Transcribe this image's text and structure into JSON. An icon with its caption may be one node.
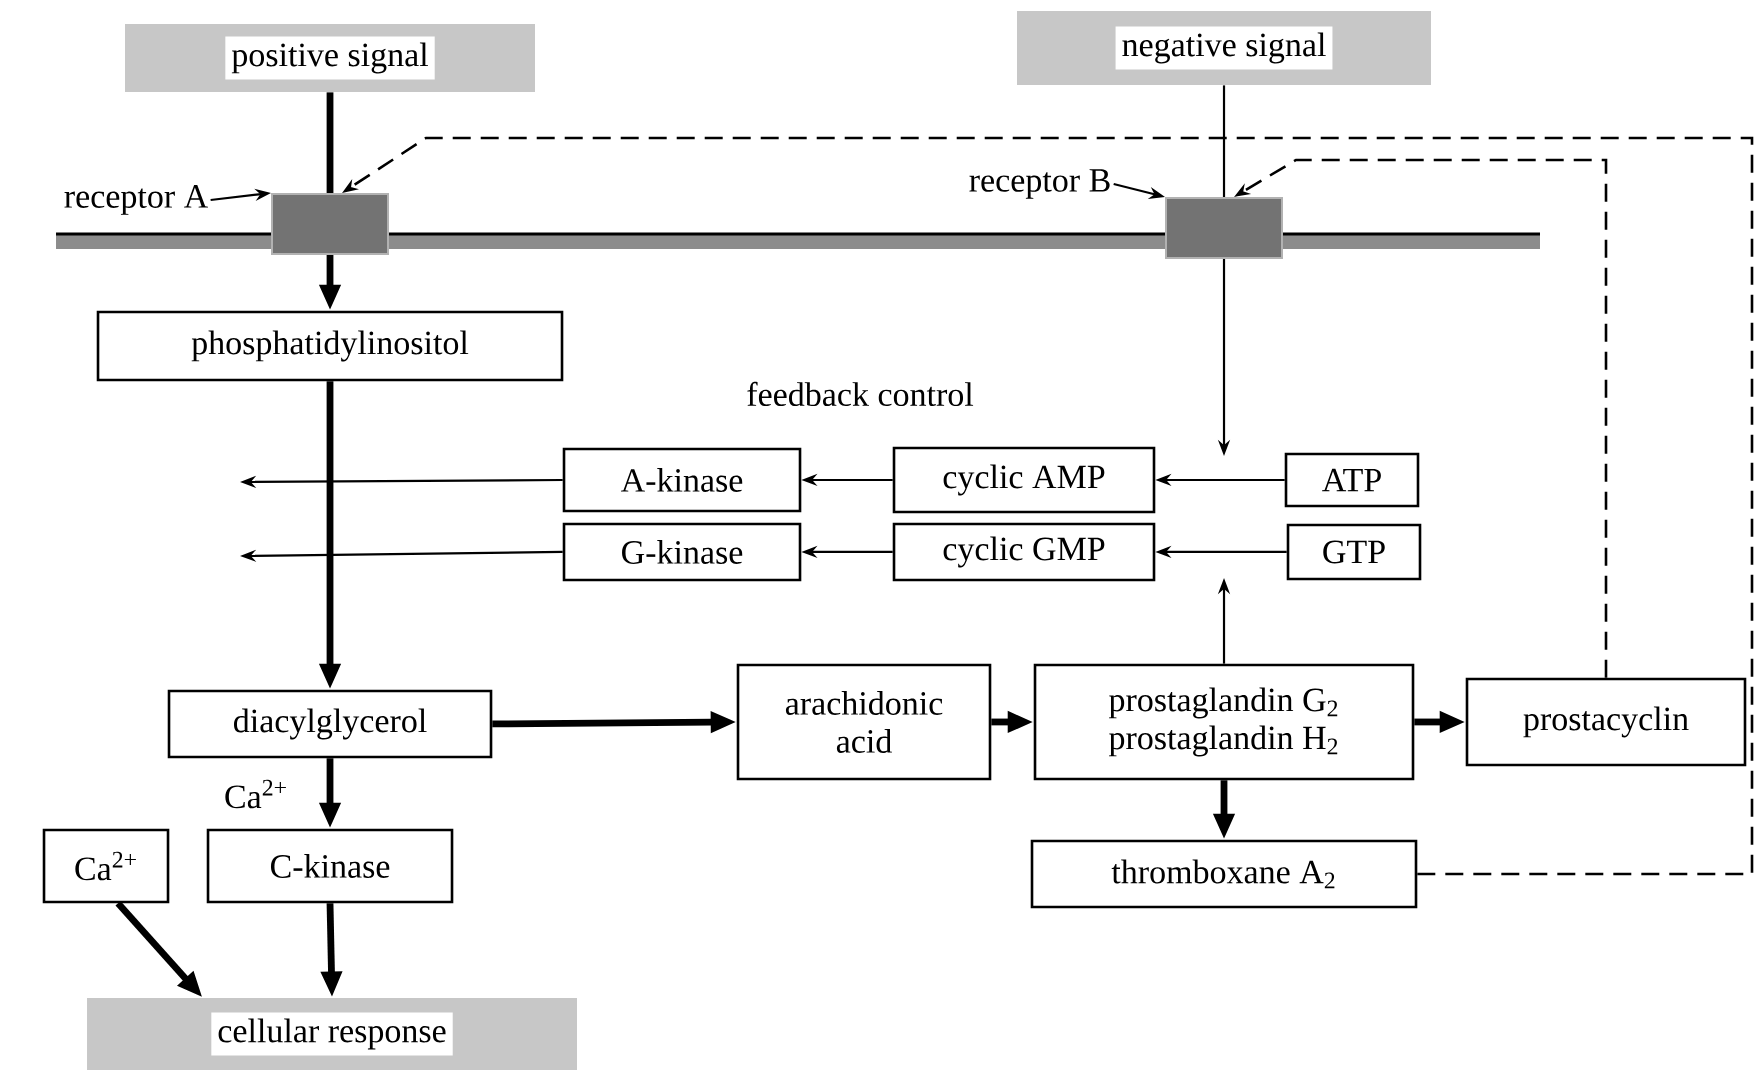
{
  "diagram": {
    "nodes": [
      {
        "text": [
          "positive signal"
        ]
      },
      {
        "text": [
          "negative signal"
        ]
      },
      {
        "text": [
          "receptor A"
        ]
      },
      {
        "text": [],
        "shape": "box"
      },
      {
        "text": [
          "receptor B"
        ]
      },
      {
        "text": [],
        "shape": "box"
      },
      {
        "text": [
          "phosphatidylinositol"
        ]
      },
      {
        "text": [
          "A-kinase"
        ]
      },
      {
        "text": [
          "cyclic AMP"
        ]
      },
      {
        "text": [
          "ATP"
        ]
      },
      {
        "text": [
          "G-kinase"
        ]
      },
      {
        "text": [
          "cyclic GMP"
        ]
      },
      {
        "text": [
          "GTP"
        ]
      },
      {
        "text": [
          "diacylglycerol"
        ]
      },
      {
        "text": [
          "arachidonic acid"
        ]
      },
      {
        "text": [
          "prostaglandin G$_{2}$",
          "prostaglandin H$_{2}$"
        ]
      },
      {
        "text": [
          "prostacyclin"
        ]
      },
      {
        "text": [
          "thromboxane A$_{2}$"
        ]
      },
      {
        "text": [
          "Ca$^{2+}$"
        ]
      },
      {
        "text": [
          "C-kinase"
        ]
      },
      {
        "text": [
          "cellular response"
        ]
      }
    ],
    "edges": [
      {
        "from": 0,
        "to": 3,
        "arrow": "none",
        "style": "thick"
      },
      {
        "from": 3,
        "to": 6,
        "arrow": "to",
        "style": "thick"
      },
      {
        "from": 2,
        "to": 3,
        "arrow": "to"
      },
      {
        "from": 4,
        "to": 5,
        "arrow": "to"
      },
      {
        "from": 1,
        "to": 5,
        "arrow": "none"
      },
      {
        "from": 5,
        "to": null,
        "arrow": "to"
      },
      {
        "from": 9,
        "to": 8,
        "arrow": "to"
      },
      {
        "from": 12,
        "to": 11,
        "arrow": "to"
      },
      {
        "from": 15,
        "to": null,
        "arrow": "to"
      },
      {
        "from": 8,
        "to": 7,
        "arrow": "to"
      },
      {
        "from": 11,
        "to": 10,
        "arrow": "to"
      },
      {
        "from": 7,
        "to": null,
        "arrow": "to"
      },
      {
        "from": 10,
        "to": null,
        "arrow": "to"
      },
      {
        "from": 6,
        "to": 13,
        "arrow": "to",
        "style": "thick"
      },
      {
        "from": 13,
        "to": 14,
        "arrow": "to",
        "style": "thick"
      },
      {
        "from": 14,
        "to": 15,
        "arrow": "to",
        "style": "thick"
      },
      {
        "from": 15,
        "to": 16,
        "arrow": "to",
        "style": "thick"
      },
      {
        "from": 15,
        "to": 17,
        "arrow": "to",
        "style": "thick"
      },
      {
        "from": 16,
        "to": 5,
        "arrow": "to",
        "style": "dashed"
      },
      {
        "from": 17,
        "to": 3,
        "arrow": "to",
        "style": "dashed"
      },
      {
        "from": 13,
        "to": 19,
        "arrow": "to",
        "style": "thick",
        "label": "Ca$^{2+}$"
      },
      {
        "from": 19,
        "to": 20,
        "arrow": "to",
        "style": "thick"
      },
      {
        "from": 18,
        "to": 20,
        "arrow": "to",
        "style": "thick"
      }
    ],
    "labels": [
      "feedback control"
    ]
  }
}
